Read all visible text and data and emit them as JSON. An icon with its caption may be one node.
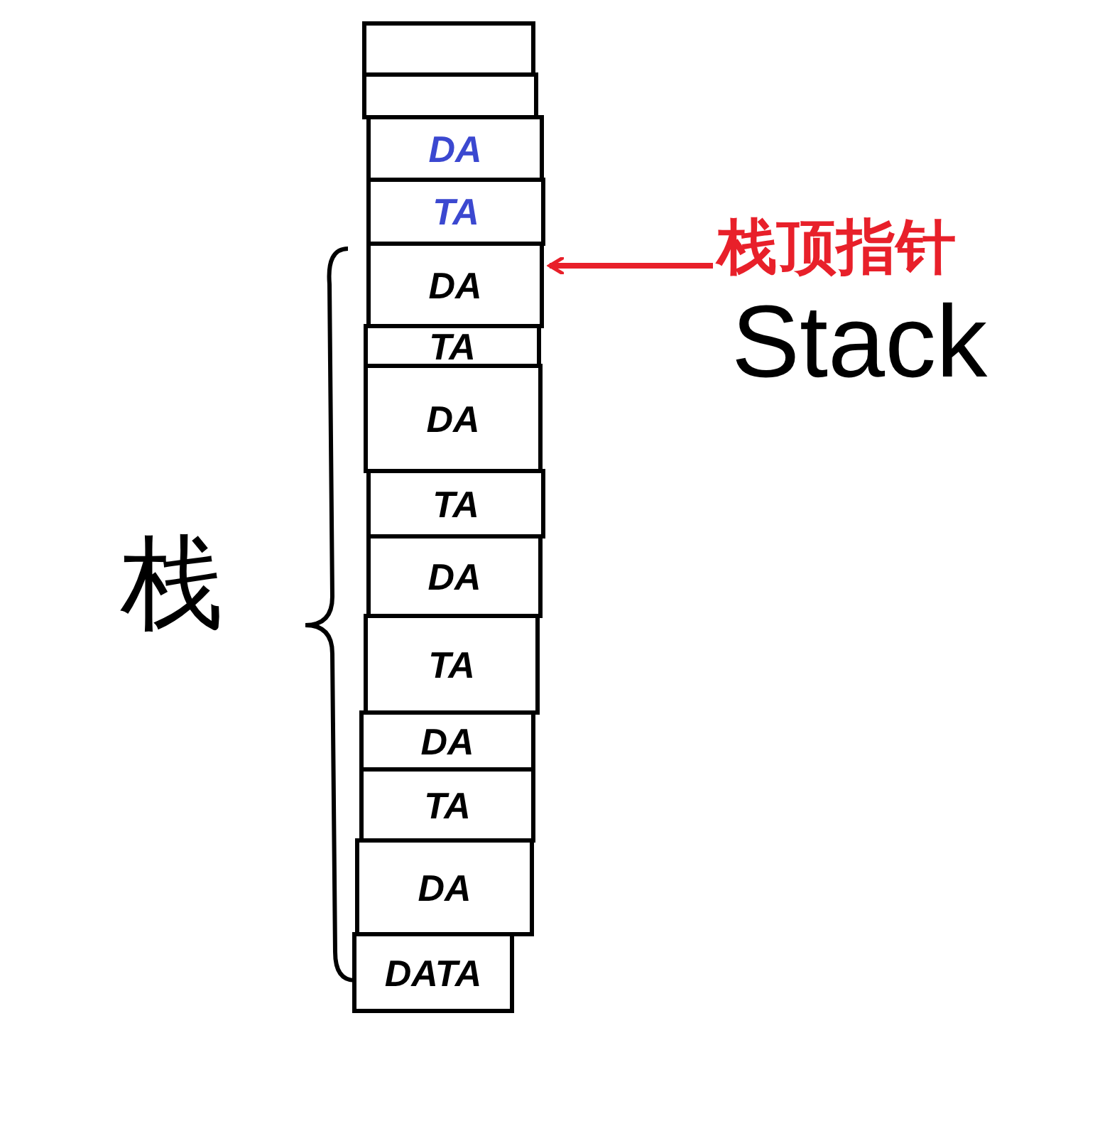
{
  "diagram": {
    "nodes": [
      {
        "text": [],
        "shape": "box"
      },
      {
        "text": [],
        "shape": "box"
      },
      {
        "text": [
          "DA"
        ]
      },
      {
        "text": [
          "TA"
        ]
      },
      {
        "text": [
          "DA"
        ]
      },
      {
        "text": [
          "TA"
        ]
      },
      {
        "text": [
          "DA"
        ]
      },
      {
        "text": [
          "TA"
        ]
      },
      {
        "text": [
          "DA"
        ]
      },
      {
        "text": [
          "TA"
        ]
      },
      {
        "text": [
          "DA"
        ]
      },
      {
        "text": [
          "TA"
        ]
      },
      {
        "text": [
          "DA"
        ]
      },
      {
        "text": [
          "DATA"
        ]
      },
      {
        "text": [
          "栈顶指针"
        ]
      }
    ],
    "edges": [
      {
        "from": 14,
        "to": 4,
        "arrow": "to",
        "color": "#e8202a"
      }
    ],
    "labels": [
      "Stack",
      "栈"
    ]
  }
}
